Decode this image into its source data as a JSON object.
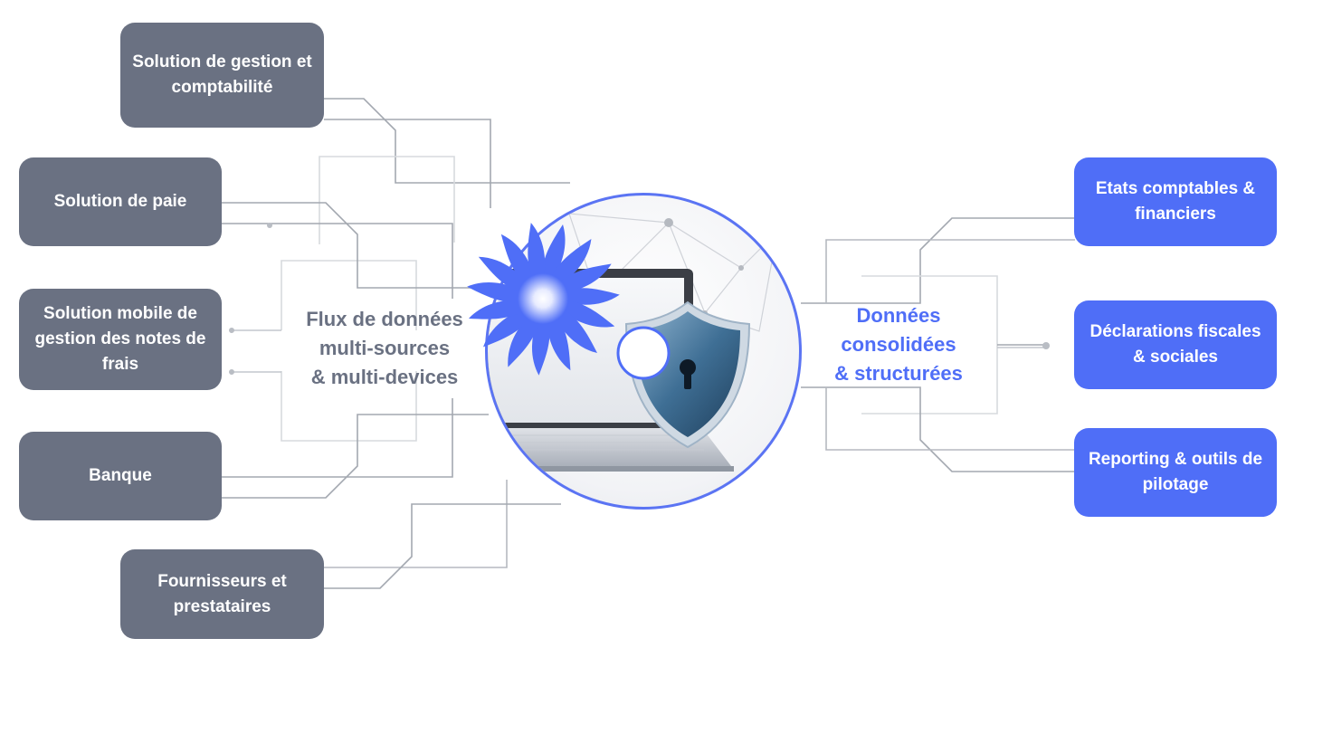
{
  "sources": [
    {
      "label": "Solution de gestion et comptabilité"
    },
    {
      "label": "Solution de paie"
    },
    {
      "label": "Solution mobile de gestion des notes de frais"
    },
    {
      "label": "Banque"
    },
    {
      "label": "Fournisseurs et prestataires"
    }
  ],
  "outputs": [
    {
      "label": "Etats comptables & financiers"
    },
    {
      "label": "Déclarations fiscales & sociales"
    },
    {
      "label": "Reporting & outils de pilotage"
    }
  ],
  "left_caption": {
    "line1": "Flux de données",
    "line2": "multi-sources",
    "line3": "& multi-devices"
  },
  "right_caption": {
    "line1": "Données",
    "line2": "consolidées",
    "line3": "& structurées"
  },
  "hub_image": {
    "icons": [
      "laptop-icon",
      "shield-lock-icon",
      "spiral-logo-icon",
      "network-icon"
    ]
  },
  "colors": {
    "source_box": "#6a7182",
    "output_box": "#4f6ef7",
    "hub_border": "#5b74f3",
    "connector": "#9aa0aa"
  }
}
